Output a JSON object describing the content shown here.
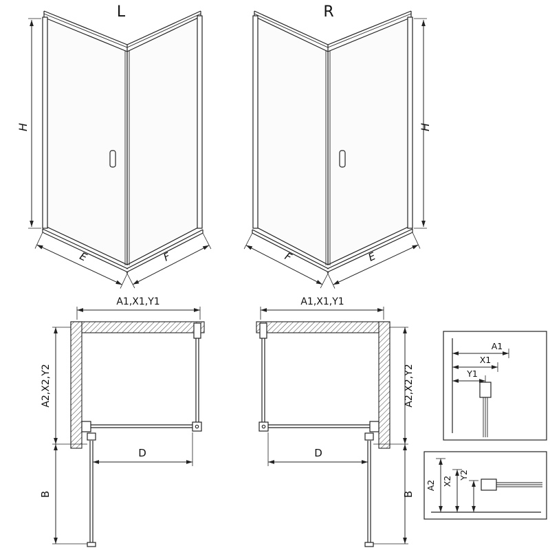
{
  "drawing": {
    "iso_left": {
      "variant": "L",
      "height_label": "H",
      "left_edge_label": "E",
      "right_edge_label": "F"
    },
    "iso_right": {
      "variant": "R",
      "height_label": "H",
      "left_edge_label": "F",
      "right_edge_label": "E"
    },
    "plan_left": {
      "width_label": "A1,X1,Y1",
      "depth_label": "A2,X2,Y2",
      "entry_label": "D",
      "door_projection_label": "B"
    },
    "plan_right": {
      "width_label": "A1,X1,Y1",
      "depth_label": "A2,X2,Y2",
      "entry_label": "D",
      "door_projection_label": "B"
    },
    "detail_width": {
      "labels": [
        "A1",
        "X1",
        "Y1"
      ]
    },
    "detail_depth": {
      "labels": [
        "A2",
        "X2",
        "Y2"
      ]
    }
  }
}
